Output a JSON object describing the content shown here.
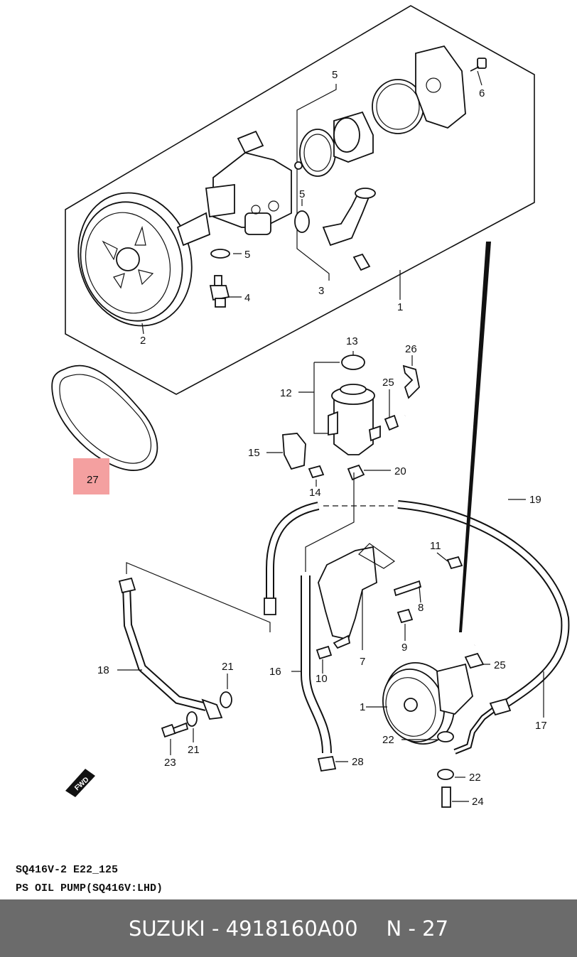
{
  "callouts": {
    "c1": "1",
    "c1b": "1",
    "c2": "2",
    "c3": "3",
    "c4": "4",
    "c5a": "5",
    "c5b": "5",
    "c5c": "5",
    "c6": "6",
    "c7": "7",
    "c8": "8",
    "c9": "9",
    "c10": "10",
    "c11": "11",
    "c12": "12",
    "c13": "13",
    "c14": "14",
    "c15": "15",
    "c16": "16",
    "c17": "17",
    "c18": "18",
    "c19": "19",
    "c20": "20",
    "c21a": "21",
    "c21b": "21",
    "c22a": "22",
    "c22b": "22",
    "c23": "23",
    "c24": "24",
    "c25a": "25",
    "c25b": "25",
    "c26": "26",
    "c27": "27",
    "c28": "28"
  },
  "fwd_label": "FWD",
  "caption": {
    "line1": "SQ416V-2 E22_125",
    "line2": "PS OIL PUMP(SQ416V:LHD)"
  },
  "footer": {
    "brand_part": "SUZUKI - 4918160A00",
    "page": "N - 27"
  },
  "colors": {
    "highlight": "#f4a0a0",
    "footer_bg": "#6b6b6b"
  }
}
